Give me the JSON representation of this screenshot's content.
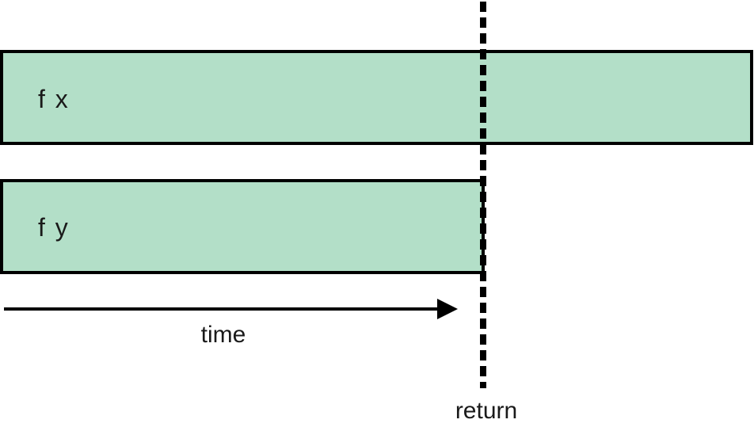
{
  "diagram": {
    "bars": [
      {
        "label": "f x",
        "color": "#b3dfc8"
      },
      {
        "label": "f y",
        "color": "#b3dfc8"
      }
    ],
    "time_label": "time",
    "return_label": "return"
  }
}
